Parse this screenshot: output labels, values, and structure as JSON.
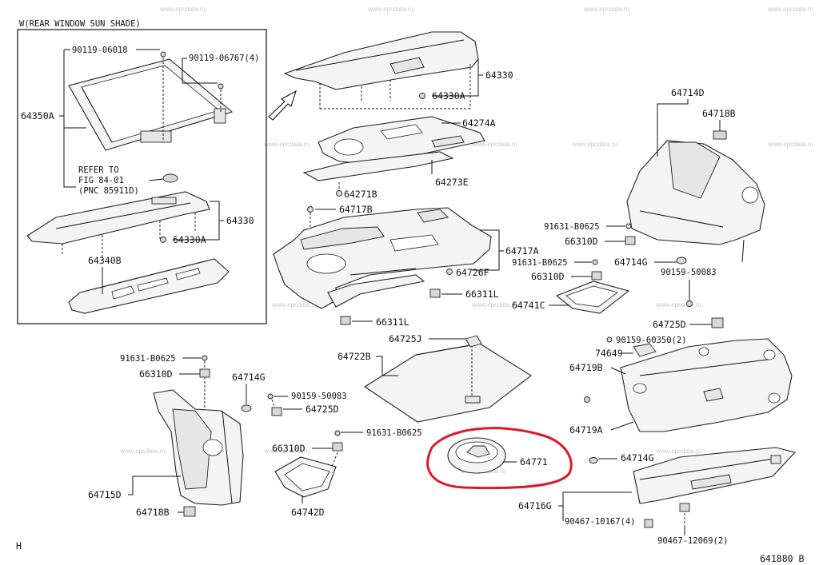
{
  "inset_title": "W(REAR WINDOW SUN SHADE)",
  "refer": [
    "REFER TO",
    "FIG 84-01",
    "(PNC 85911D)"
  ],
  "watermark": "www.epcdata.ru",
  "footer_left": "H",
  "footer_right": "641880 B",
  "highlight_color": "#e0182a",
  "labels": {
    "l_90119_06018": "90119-06018",
    "l_90119_06767": "90119-06767(4)",
    "l_64350A": "64350A",
    "l_64330_inset": "64330",
    "l_64330A_inset": "64330A",
    "l_64340B": "64340B",
    "l_64330": "64330",
    "l_64330A": "64330A",
    "l_64274A": "64274A",
    "l_64273E": "64273E",
    "l_64271B": "64271B",
    "l_64717B": "64717B",
    "l_64717A": "64717A",
    "l_64726F": "64726F",
    "l_66311L_a": "66311L",
    "l_66311L_b": "66311L",
    "l_64725J": "64725J",
    "l_64722B": "64722B",
    "l_64714D": "64714D",
    "l_64718B_r": "64718B",
    "l_91631_r1": "91631-B0625",
    "l_66310D_r1": "66310D",
    "l_91631_r2": "91631-B0625",
    "l_66310D_r2": "66310D",
    "l_64714G_r": "64714G",
    "l_90159_50083_r": "90159-50083",
    "l_64741C": "64741C",
    "l_64725D_r": "64725D",
    "l_90159_60350": "90159-60350(2)",
    "l_74649": "74649",
    "l_64719B": "64719B",
    "l_64719A": "64719A",
    "l_91631_l": "91631-B0625",
    "l_66310D_l": "66310D",
    "l_64714G_l": "64714G",
    "l_90159_50083_l": "90159-50083",
    "l_64725D_l": "64725D",
    "l_91631_c": "91631-B0625",
    "l_66310D_c": "66310D",
    "l_64742D": "64742D",
    "l_64715D": "64715D",
    "l_64718B_l": "64718B",
    "l_64771": "64771",
    "l_64714G_b": "64714G",
    "l_64716G": "64716G",
    "l_90467_10167": "90467-10167(4)",
    "l_90467_12069": "90467-12069(2)"
  }
}
